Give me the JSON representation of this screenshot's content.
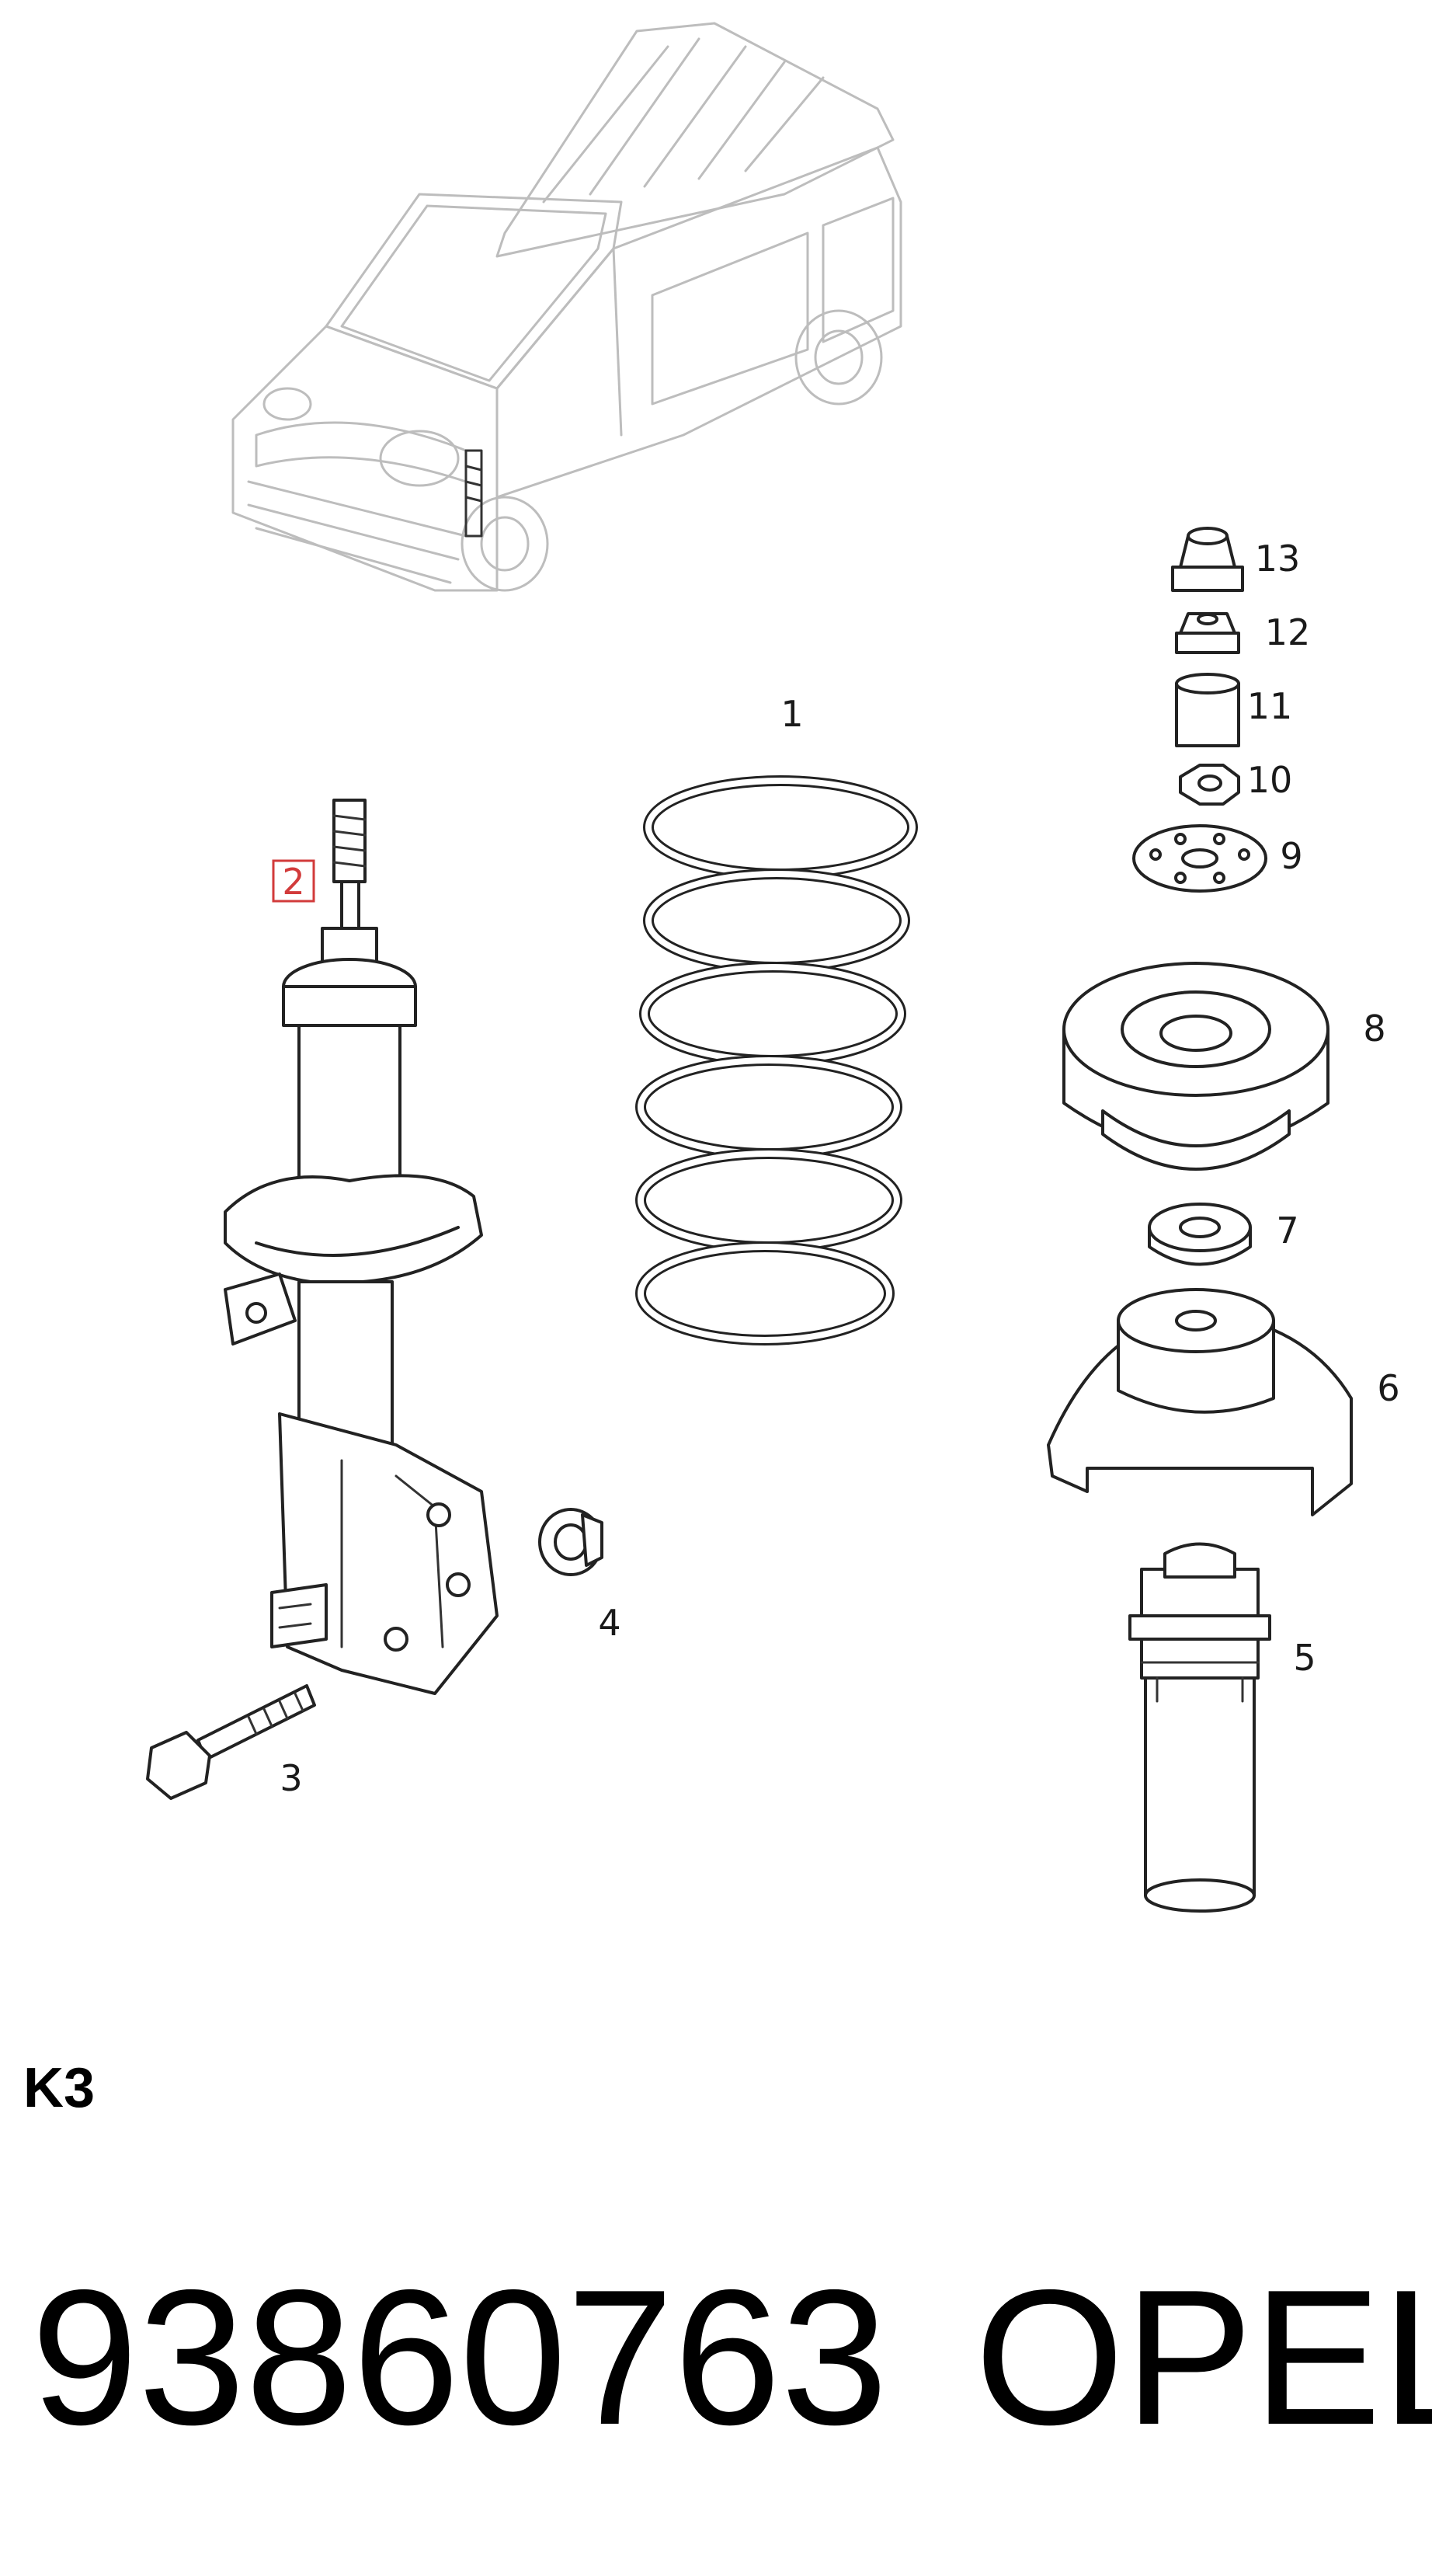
{
  "diagram": {
    "section_code": "K3",
    "part_number": "93860763",
    "brand": "OPEL",
    "highlighted_callout": "2",
    "callouts": {
      "c1": "1",
      "c2": "2",
      "c3": "3",
      "c4": "4",
      "c5": "5",
      "c6": "6",
      "c7": "7",
      "c8": "8",
      "c9": "9",
      "c10": "10",
      "c11": "11",
      "c12": "12",
      "c13": "13"
    },
    "colors": {
      "lines": "#222222",
      "vehicle_ghost": "#bdbdbd",
      "highlight": "#d23b3b"
    }
  }
}
